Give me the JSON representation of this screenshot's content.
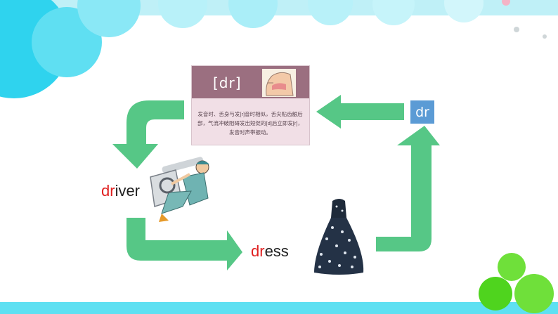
{
  "card": {
    "phonetic": "[dr]",
    "text": "发音时、舌身与发[r]音时相似，舌尖贴齿龈后部，气流冲破阻碍发出短促的[d]后立即发[r]，发音时声带振动。"
  },
  "badge": "dr",
  "words": [
    {
      "prefix": "dr",
      "rest": "iver"
    },
    {
      "prefix": "dr",
      "rest": "ess"
    }
  ],
  "colors": {
    "arrow": "#56c786",
    "highlight": "#e02020",
    "badge": "#5b9bd5",
    "card_header": "#9b6f80",
    "bubbles": "#2fd3ee",
    "dots": "#6fe03a"
  }
}
